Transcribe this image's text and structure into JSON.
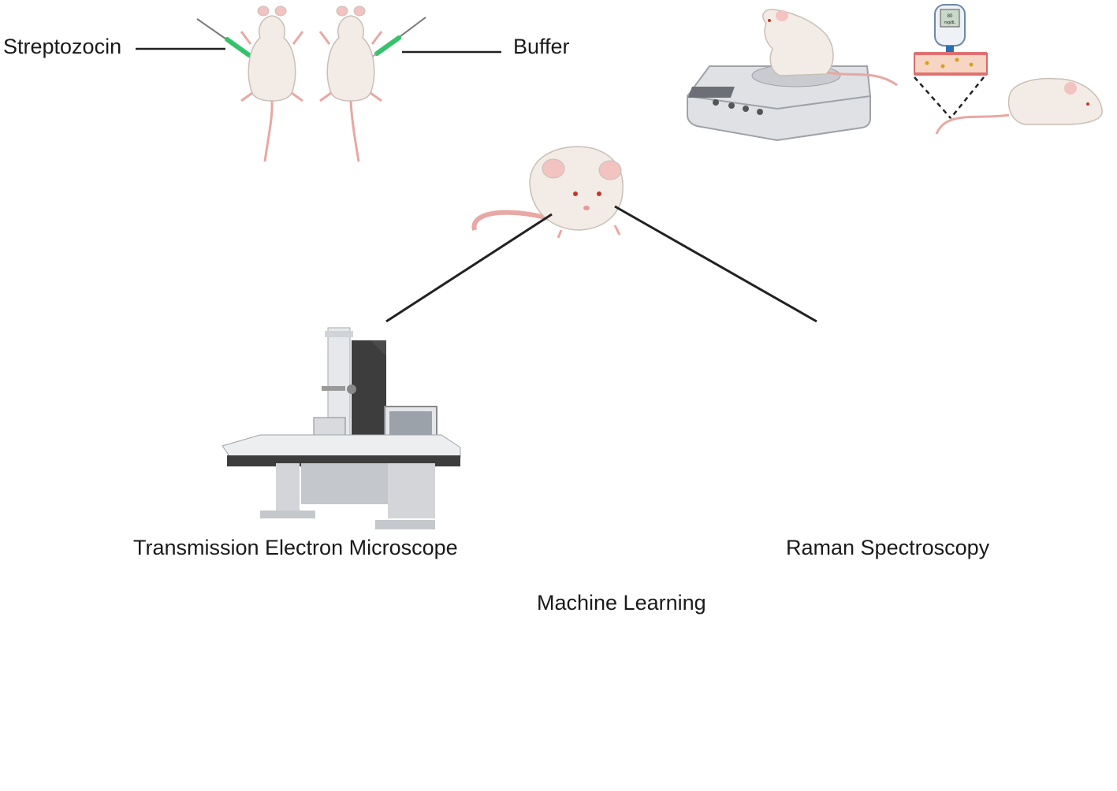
{
  "labels": {
    "streptozocin": "Streptozocin",
    "buffer": "Buffer",
    "tem": "Transmission Electron Microscope",
    "raman": "Raman Spectroscopy",
    "machine_learning": "Machine Learning"
  },
  "glucometer_display": "80 mg/dL",
  "colors": {
    "rat_body": "#f3ece6",
    "rat_ear": "#f2c3c0",
    "rat_tail": "#e8a8a3",
    "syringe_needle": "#34c36b",
    "instrument_grey": "#c9cbd1",
    "instrument_dark": "#3d3d3d",
    "tissue_red": "#8c1c13",
    "raman_blue": "#3aa0dc",
    "line": "#222222"
  }
}
